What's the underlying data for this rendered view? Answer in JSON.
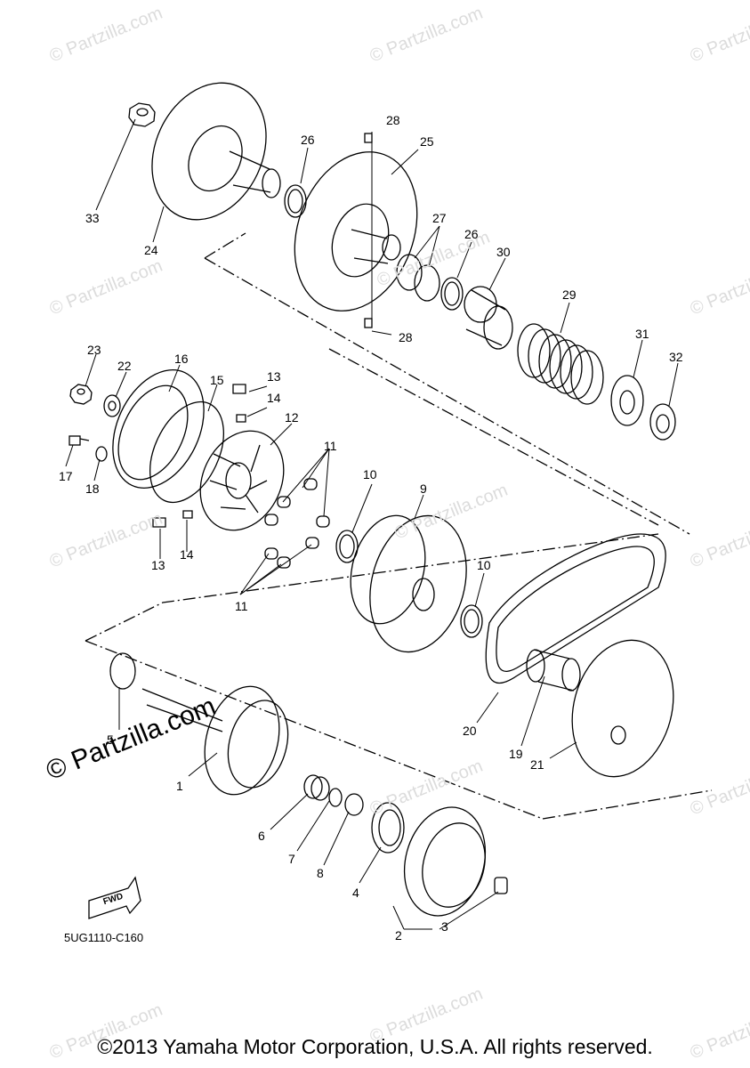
{
  "watermark": "© Partzilla.com",
  "watermark_main": "© Partzilla.com",
  "diagram_code": "5UG1110-C160",
  "fwd_label": "FWD",
  "copyright": "©2013 Yamaha Motor Corporation, U.S.A. All rights reserved.",
  "callouts": [
    "1",
    "2",
    "3",
    "4",
    "5",
    "6",
    "7",
    "8",
    "9",
    "10",
    "10",
    "11",
    "11",
    "12",
    "13",
    "13",
    "14",
    "14",
    "15",
    "16",
    "17",
    "18",
    "19",
    "20",
    "21",
    "22",
    "23",
    "24",
    "25",
    "26",
    "26",
    "27",
    "28",
    "28",
    "29",
    "30",
    "31",
    "32",
    "33"
  ]
}
